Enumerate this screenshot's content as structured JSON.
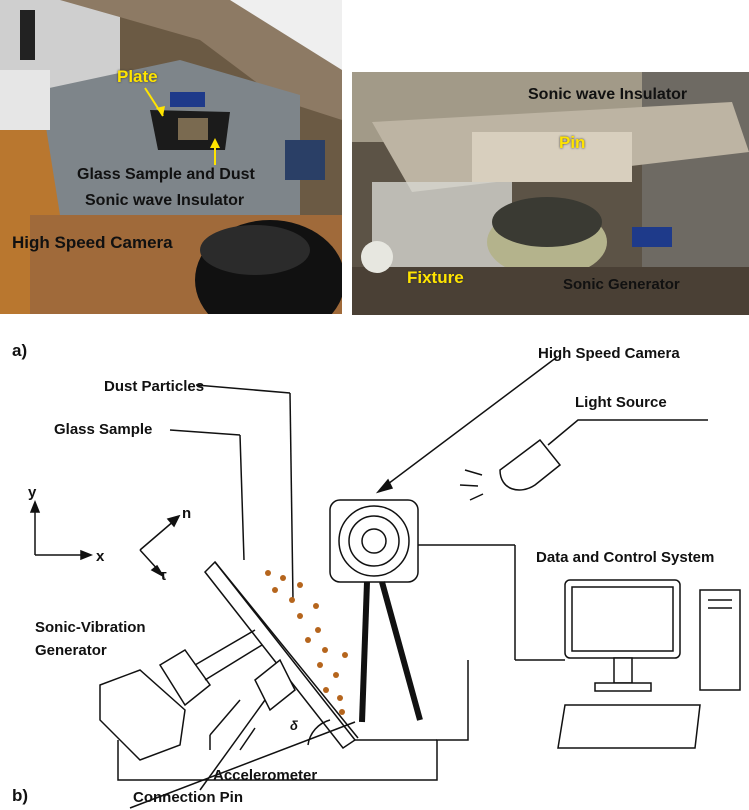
{
  "photo_left": {
    "plate": "Plate",
    "glass_dust": "Glass Sample and Dust",
    "insulator": "Sonic wave Insulator",
    "camera": "High Speed Camera"
  },
  "photo_right": {
    "insulator": "Sonic wave Insulator",
    "pin": "Pin",
    "fixture": "Fixture",
    "generator": "Sonic Generator"
  },
  "panel_a": "a)",
  "panel_b": "b)",
  "diagram": {
    "high_speed_camera": "High Speed Camera",
    "dust_particles": "Dust Particles",
    "light_source": "Light Source",
    "glass_sample": "Glass Sample",
    "axis_y": "y",
    "axis_x": "x",
    "axis_n": "n",
    "axis_tau": "τ",
    "data_control": "Data and Control System",
    "sonic_vibration": "Sonic-Vibration",
    "generator": "Generator",
    "delta": "δ",
    "accelerometer": "Accelerometer",
    "connection_pin": "Connection Pin"
  },
  "colors": {
    "label_yellow": "#ffe400",
    "dust": "#b5651d"
  }
}
